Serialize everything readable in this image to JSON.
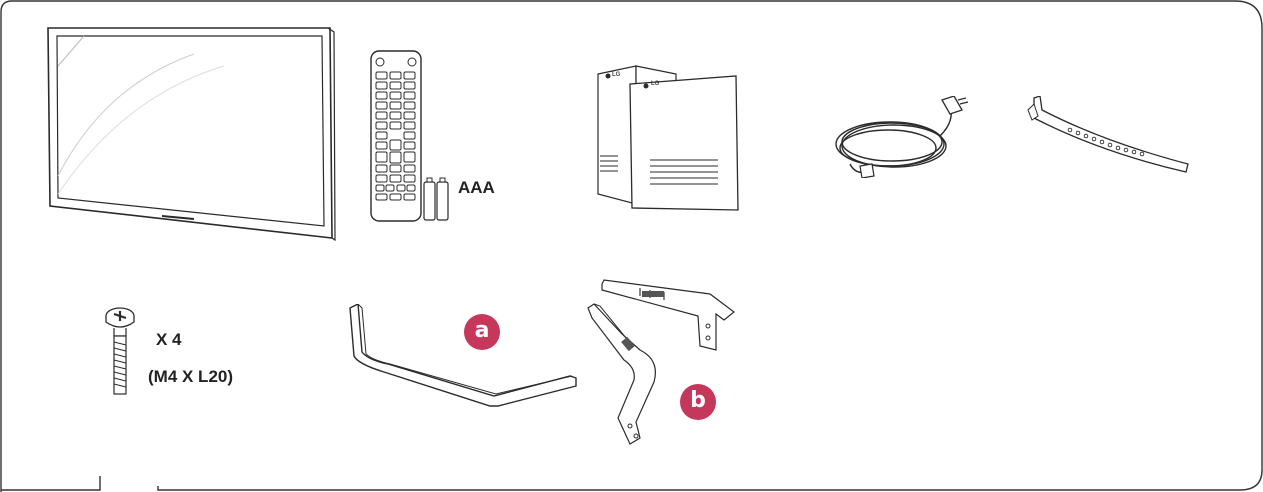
{
  "colors": {
    "outline": "#2b2b2b",
    "frame": "#333333",
    "badge": "#c5375b"
  },
  "items": {
    "tv": {
      "icon": "tv-screen-icon"
    },
    "remote": {
      "icon": "remote-control-icon",
      "battery_label": "AAA"
    },
    "manuals": {
      "icon": "owners-manual-icon",
      "logo_text": "LG"
    },
    "power_cord": {
      "icon": "power-cord-icon"
    },
    "cable_holder": {
      "icon": "cable-holder-icon"
    },
    "screws": {
      "icon": "screw-icon",
      "quantity_label": "X 4",
      "size_label": "(M4 X L20)"
    },
    "stand_base": {
      "icon": "stand-base-icon",
      "badge": "a"
    },
    "stand_body": {
      "icon": "stand-body-icon",
      "badge": "b"
    }
  }
}
